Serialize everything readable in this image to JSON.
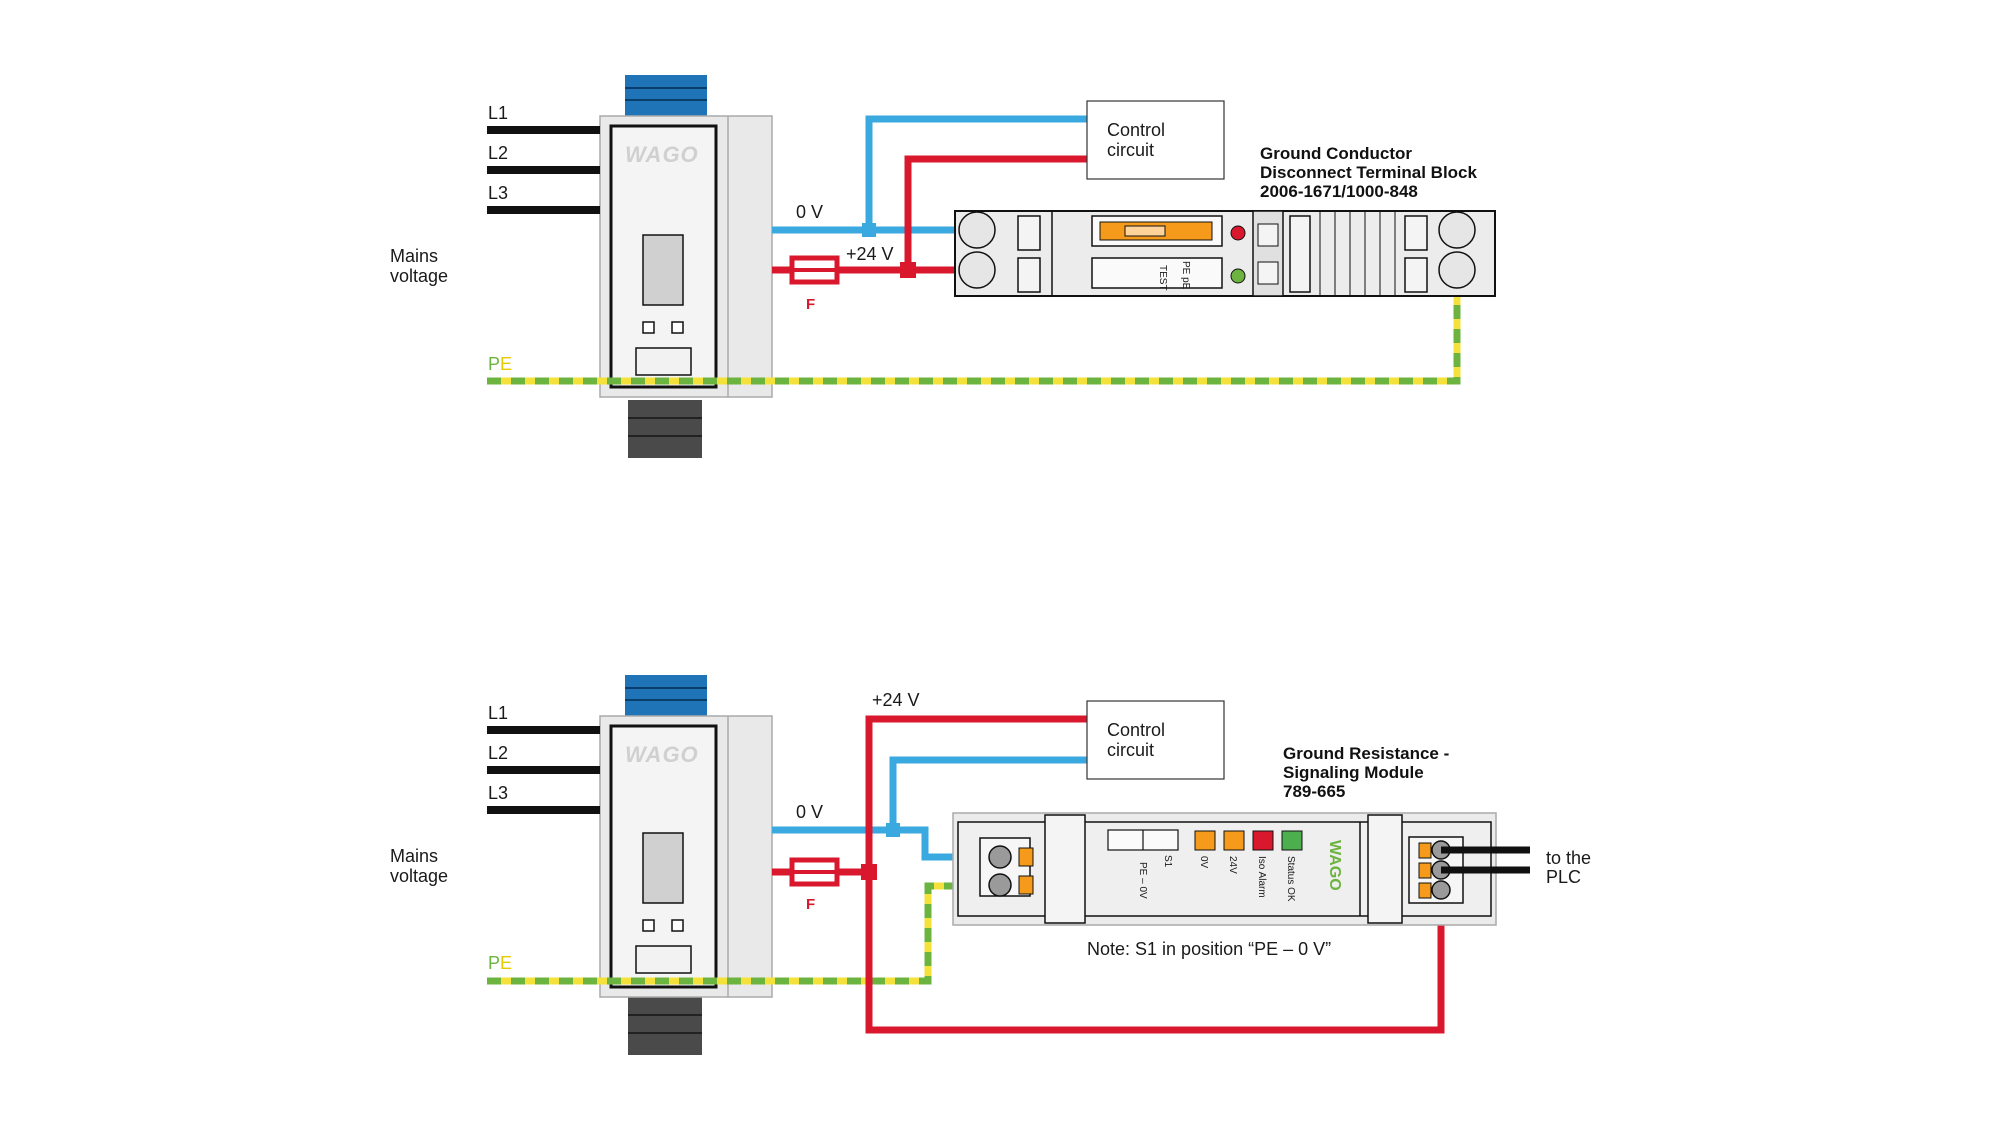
{
  "colors": {
    "blue": "#3aa9df",
    "red": "#d9182d",
    "pe_green": "#6cb33f",
    "pe_yellow": "#f5e13b",
    "black": "#111111",
    "device_grey": "#e9e9e9",
    "orange": "#f59a1b",
    "status_green": "#4cae4c"
  },
  "top": {
    "phases": [
      "L1",
      "L2",
      "L3"
    ],
    "mains": [
      "Mains",
      "voltage"
    ],
    "pe": {
      "p": "P",
      "e": "E"
    },
    "zero_v": "0 V",
    "plus24": "+24 V",
    "fuse": "F",
    "control": [
      "Control",
      "circuit"
    ],
    "title": [
      "Ground Conductor",
      "Disconnect Terminal Block",
      "2006-1671/1000-848"
    ],
    "block_labels": {
      "test": "TEST",
      "pe": "PE pE"
    },
    "logo": "WAGO"
  },
  "bottom": {
    "phases": [
      "L1",
      "L2",
      "L3"
    ],
    "mains": [
      "Mains",
      "voltage"
    ],
    "pe": {
      "p": "P",
      "e": "E"
    },
    "zero_v": "0 V",
    "plus24": "+24 V",
    "fuse": "F",
    "control": [
      "Control",
      "circuit"
    ],
    "title": [
      "Ground Resistance -",
      "Signaling Module",
      "789-665"
    ],
    "module_labels": {
      "s1": "S1",
      "pe0v": "PE – 0V",
      "ov": "0V",
      "v24": "24V",
      "iso": "Iso Alarm",
      "status": "Status OK"
    },
    "logo": "WAGO",
    "plc": [
      "to the",
      "PLC"
    ],
    "note": "Note: S1 in position “PE – 0 V”"
  }
}
